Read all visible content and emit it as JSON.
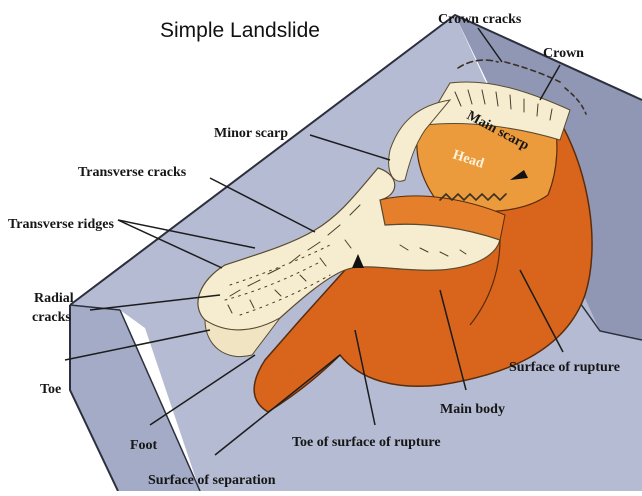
{
  "title": "Simple Landslide",
  "labels": {
    "crown_cracks": "Crown cracks",
    "crown": "Crown",
    "main_scarp": "Main scarp",
    "head": "Head",
    "minor_scarp": "Minor scarp",
    "transverse_cracks": "Transverse cracks",
    "transverse_ridges": "Transverse ridges",
    "radial": "Radial",
    "cracks": "cracks",
    "toe": "Toe",
    "foot": "Foot",
    "surface_of_separation": "Surface of separation",
    "toe_of_surface_of_rupture": "Toe of surface of rupture",
    "main_body": "Main body",
    "surface_of_rupture": "Surface of rupture"
  },
  "colors": {
    "slope_top": "#b4bbd2",
    "slope_side": "#8f97b4",
    "slope_front": "#a4abc6",
    "rupture_orange": "#d9651c",
    "head_orange": "#eb9a3c",
    "debris_cream": "#f6edd0"
  }
}
